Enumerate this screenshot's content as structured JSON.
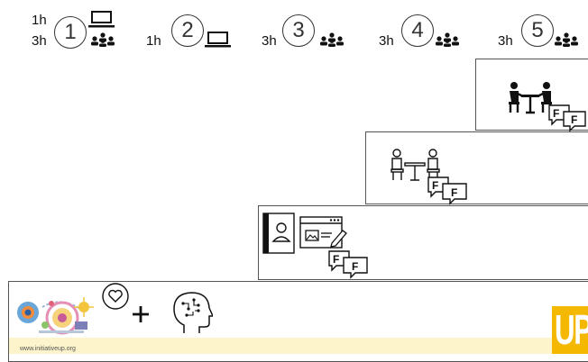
{
  "steps": [
    {
      "number": "1",
      "hours_top": "1h",
      "hours_bottom": "3h",
      "icons": [
        "laptop-icon",
        "group-icon"
      ]
    },
    {
      "number": "2",
      "hours_top": "",
      "hours_bottom": "1h",
      "icons": [
        "laptop-icon"
      ]
    },
    {
      "number": "3",
      "hours_top": "",
      "hours_bottom": "3h",
      "icons": [
        "group-icon"
      ]
    },
    {
      "number": "4",
      "hours_top": "",
      "hours_bottom": "3h",
      "icons": [
        "group-icon"
      ]
    },
    {
      "number": "5",
      "hours_top": "",
      "hours_bottom": "3h",
      "icons": [
        "group-icon"
      ]
    }
  ],
  "feedback_label": "F",
  "footer": {
    "url": "www.initiativeup.org",
    "logo_text": "UP!",
    "logo_color": "#f5b800",
    "background": "#fdf4cc"
  }
}
